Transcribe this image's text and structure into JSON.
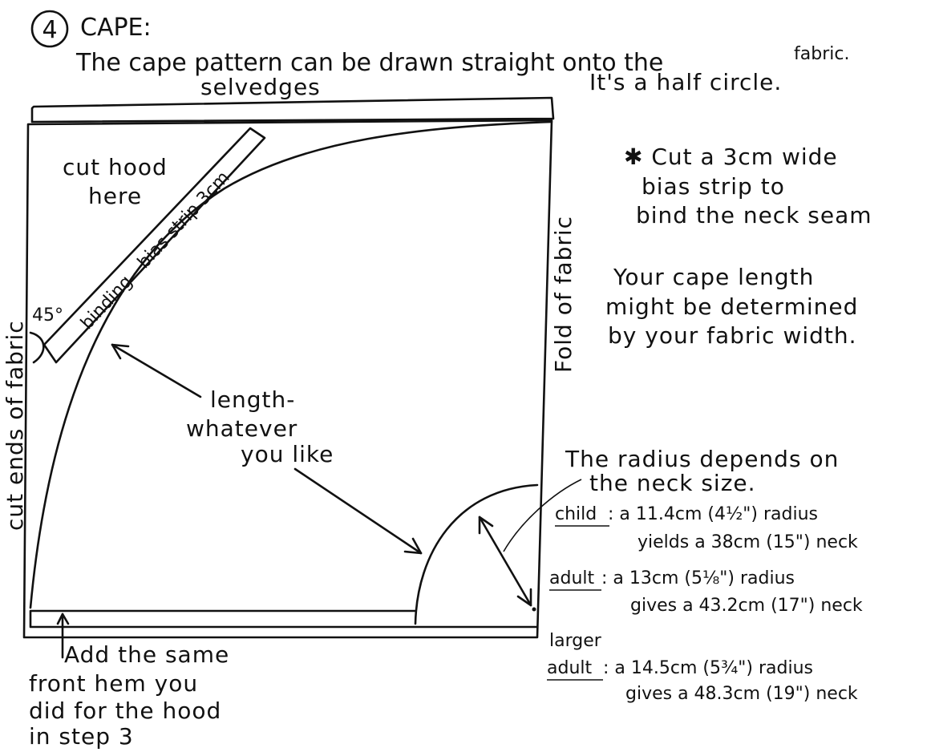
{
  "step_number": "4",
  "title": "CAPE:",
  "intro_line1": "The cape pattern can be drawn straight onto the",
  "intro_line2": "fabric.",
  "intro_line3": "It's a half circle.",
  "labels": {
    "selvedges": "selvedges",
    "cut_ends": "cut ends of fabric",
    "fold": "Fold of fabric",
    "cut_hood_1": "cut hood",
    "cut_hood_2": "here",
    "binding_strip": "binding - bias strip 3cm",
    "angle": "45°",
    "length_1": "length-",
    "length_2": "whatever",
    "length_3": "you like"
  },
  "bias_note": {
    "line1": "✱ Cut a 3cm wide",
    "line2": "bias strip to",
    "line3": "bind the neck seam"
  },
  "length_note": {
    "line1": "Your cape length",
    "line2": "might be determined",
    "line3": "by your fabric width."
  },
  "radius_note": {
    "line1": "The radius depends on",
    "line2": "the neck size."
  },
  "sizes": {
    "child": {
      "label": "child",
      "line1": ": a 11.4cm (4½\") radius",
      "line2": "yields a 38cm (15\") neck"
    },
    "adult": {
      "label": "adult",
      "line1": ": a 13cm (5⅛\") radius",
      "line2": "gives a 43.2cm (17\") neck"
    },
    "larger_adult": {
      "prefix": "larger",
      "label": "adult",
      "line1": ": a 14.5cm (5¾\") radius",
      "line2": "gives a 48.3cm (19\") neck"
    }
  },
  "hem_note": {
    "line1": "Add the same",
    "line2": "front hem you",
    "line3": "did for the hood",
    "line4": "in step 3"
  }
}
